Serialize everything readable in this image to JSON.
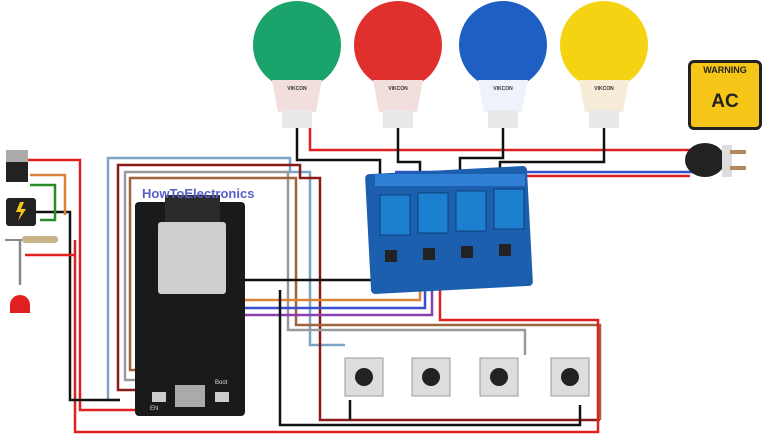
{
  "diagram": {
    "brand_text": "HowToElectronics",
    "warning_sign": {
      "title": "WARNING",
      "label": "AC"
    },
    "board_labels": {
      "en": "EN",
      "boot": "Boot"
    },
    "bulbs": [
      {
        "color": "#1aa36b",
        "brand": "VIKCON"
      },
      {
        "color": "#e0302e",
        "brand": "VIKCON"
      },
      {
        "color": "#1d5fc2",
        "brand": "VIKCON"
      },
      {
        "color": "#f4d312",
        "brand": "VIKCON"
      }
    ],
    "wire_colors": {
      "red": "#e02020",
      "black": "#111111",
      "blue": "#3a4fd0",
      "orange": "#d8823a",
      "brown": "#a0643c",
      "purple": "#8a3fb0",
      "grey": "#999999",
      "lightblue": "#7fa3c8",
      "darkred": "#8b1a1a"
    }
  }
}
